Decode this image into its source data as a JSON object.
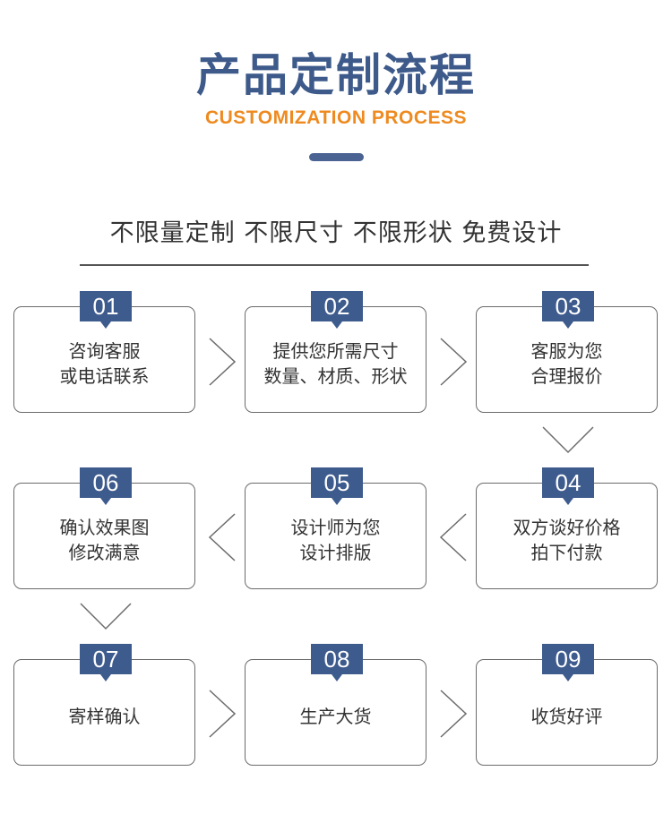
{
  "header": {
    "title": "产品定制流程",
    "subtitle": "CUSTOMIZATION PROCESS",
    "tagline": "不限量定制 不限尺寸 不限形状 免费设计"
  },
  "colors": {
    "title": "#3d5a8a",
    "subtitle": "#ee8a1f",
    "badge": "#3e5b8d",
    "border": "#6b6b6b",
    "text": "#333333"
  },
  "steps": [
    {
      "num": "01",
      "lines": [
        "咨询客服",
        "或电话联系"
      ]
    },
    {
      "num": "02",
      "lines": [
        "提供您所需尺寸",
        "数量、材质、形状"
      ]
    },
    {
      "num": "03",
      "lines": [
        "客服为您",
        "合理报价"
      ]
    },
    {
      "num": "04",
      "lines": [
        "双方谈好价格",
        "拍下付款"
      ]
    },
    {
      "num": "05",
      "lines": [
        "设计师为您",
        "设计排版"
      ]
    },
    {
      "num": "06",
      "lines": [
        "确认效果图",
        "修改满意"
      ]
    },
    {
      "num": "07",
      "lines": [
        "寄样确认"
      ]
    },
    {
      "num": "08",
      "lines": [
        "生产大货"
      ]
    },
    {
      "num": "09",
      "lines": [
        "收货好评"
      ]
    }
  ],
  "arrows": {
    "icon": "chevron-icon",
    "flow": [
      "right",
      "right",
      "down",
      "left",
      "left",
      "down",
      "right",
      "right"
    ]
  }
}
